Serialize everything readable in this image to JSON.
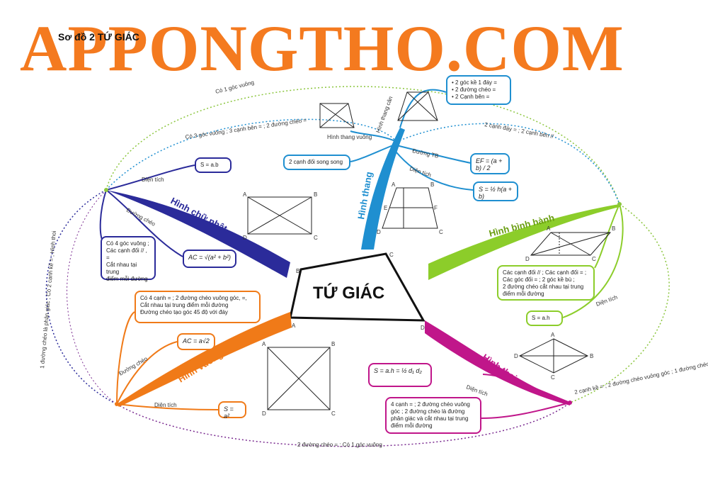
{
  "header": {
    "title": "Sơ đồ 2 TỨ GIÁC",
    "watermark": "APPONGTHO.COM"
  },
  "center": {
    "label": "TỨ GIÁC",
    "vertex_a": "A",
    "vertex_b": "B",
    "vertex_c": "C",
    "vertex_d": "D"
  },
  "colors": {
    "rect": "#2b2b9a",
    "trapezoid": "#1f8fd0",
    "parallelogram": "#8ccd2a",
    "rhombus": "#c0168a",
    "square": "#f07a18",
    "watermark": "#f47a1f"
  },
  "rectangle": {
    "branch_label": "Hình chữ nhật",
    "area_label": "Diện tích",
    "area_formula": "S = a.b",
    "diagonal_label": "Đường chéo",
    "diagonal_formula": "AC = √(a² + b²)",
    "properties": "Có 4 góc vuông ;\nCác cạnh đối // , =\nCắt nhau tại trung\nđiểm mỗi đường",
    "fig_a": "A",
    "fig_b": "B",
    "fig_c": "C",
    "fig_d": "D"
  },
  "trapezoid": {
    "branch_label": "Hình thang",
    "isosceles_label": "Hình thang cân",
    "isosceles_props": "• 2 góc kề 1 đáy =\n• 2 đường chéo =\n• 2 Cạnh bên =",
    "right_label": "Hình thang vuông",
    "def_box": "2 cạnh đối song song",
    "midline_label": "Đường TB",
    "midline_formula": "EF = (a + b) / 2",
    "area_label": "Diện tích",
    "area_formula": "S = ½ h(a + b)",
    "fig_a": "A",
    "fig_b": "B",
    "fig_c": "C",
    "fig_d": "D",
    "fig_e": "E",
    "fig_f": "F"
  },
  "parallelogram": {
    "branch_label": "Hình bình hành",
    "properties": "Các cạnh đối // ; Các cạnh đối = ;\nCác góc đối = ; 2 góc kề bù ;\n2 đường chéo cắt nhau tại trung\nđiểm mỗi đường",
    "area_label": "Diện tích",
    "area_formula": "S = a.h",
    "fig_a": "A",
    "fig_b": "B",
    "fig_c": "C",
    "fig_d": "D"
  },
  "rhombus": {
    "branch_label": "Hình thoi",
    "area_label": "Diện tích",
    "area_formula": "S = a.h = ½ d₁ d₂",
    "properties": "4 cạnh = ; 2 đường chéo vuông\ngóc ; 2 đường chéo là đường\nphân giác và cắt nhau tại trung\nđiểm mỗi đường",
    "fig_a": "A",
    "fig_b": "B",
    "fig_c": "C",
    "fig_d": "D"
  },
  "square": {
    "branch_label": "Hình vuông",
    "properties": "Có 4 cạnh = ; 2 đường chéo vuông góc, =,\nCắt nhau tại trung điểm mỗi đường\nĐường chéo tạo góc 45 độ với đáy",
    "diagonal_label": "Đường chéo",
    "diagonal_formula": "AC = a√2",
    "area_label": "Diện tích",
    "area_formula": "S = a²",
    "fig_a": "A",
    "fig_b": "B",
    "fig_c": "C",
    "fig_d": "D"
  },
  "connectors": {
    "top": "Có 1 góc vuông",
    "top_right": "2 cạnh đáy = ; 2 cạnh bên //",
    "upper_left": "Có 3 góc vuông ; 3 cạnh bên = ; 2 đường chéo =",
    "right": "2 cạnh kề = ; 2 đường chéo vuông góc ; 1 đường chéo là phân giác",
    "bottom": "2 đường chéo = ; Có 1 góc vuông",
    "left": "1 đường chéo là phân giác ; Có 2 cạnh kề = ; Hình thoi"
  }
}
